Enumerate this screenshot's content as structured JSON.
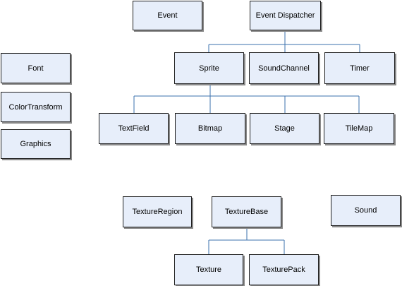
{
  "nodes": {
    "event": "Event",
    "event_dispatcher": "Event Dispatcher",
    "font": "Font",
    "color_transform": "ColorTransform",
    "graphics": "Graphics",
    "sprite": "Sprite",
    "sound_channel": "SoundChannel",
    "timer": "Timer",
    "text_field": "TextField",
    "bitmap": "Bitmap",
    "stage": "Stage",
    "tile_map": "TileMap",
    "texture_region": "TextureRegion",
    "texture_base": "TextureBase",
    "sound": "Sound",
    "texture": "Texture",
    "texture_pack": "TexturePack"
  },
  "edges": [
    {
      "from": "event_dispatcher",
      "to": "sprite"
    },
    {
      "from": "event_dispatcher",
      "to": "sound_channel"
    },
    {
      "from": "event_dispatcher",
      "to": "timer"
    },
    {
      "from": "sprite",
      "to": "text_field"
    },
    {
      "from": "sprite",
      "to": "bitmap"
    },
    {
      "from": "sprite",
      "to": "stage"
    },
    {
      "from": "sprite",
      "to": "tile_map"
    },
    {
      "from": "texture_base",
      "to": "texture"
    },
    {
      "from": "texture_base",
      "to": "texture_pack"
    }
  ],
  "colors": {
    "box_fill": "#e7eefa",
    "box_border": "#1f1f1f",
    "connector": "#3b70ae"
  }
}
